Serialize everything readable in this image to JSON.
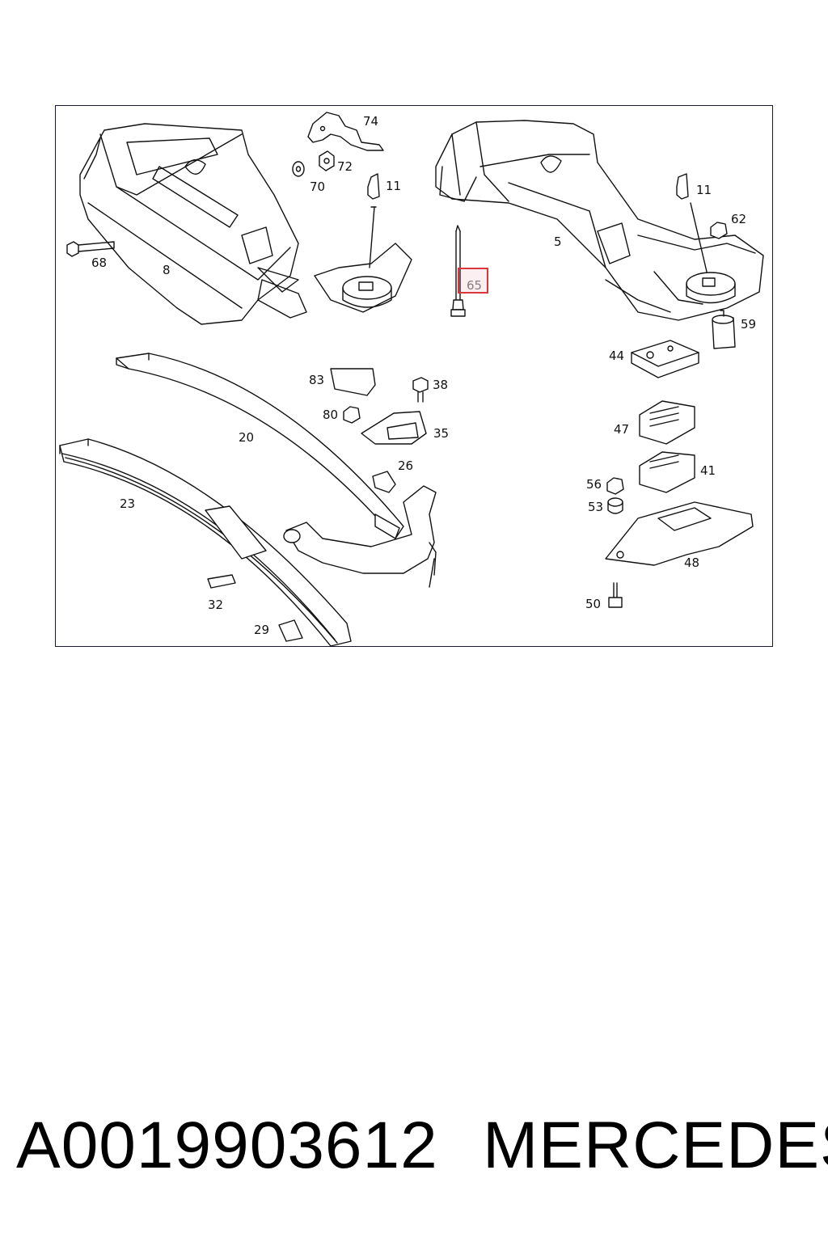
{
  "diagram": {
    "highlighted_part": "65",
    "highlight_color": "#d9363e",
    "labels": {
      "p74": "74",
      "p72": "72",
      "p70": "70",
      "p11a": "11",
      "p11b": "11",
      "p68": "68",
      "p8": "8",
      "p5": "5",
      "p62": "62",
      "p59": "59",
      "p44": "44",
      "p83": "83",
      "p38": "38",
      "p80": "80",
      "p35": "35",
      "p20": "20",
      "p26": "26",
      "p47": "47",
      "p41": "41",
      "p56": "56",
      "p53": "53",
      "p23": "23",
      "p48": "48",
      "p32": "32",
      "p50": "50",
      "p29": "29"
    }
  },
  "caption": {
    "part_number": "A0019903612",
    "brand": "MERCEDES"
  }
}
